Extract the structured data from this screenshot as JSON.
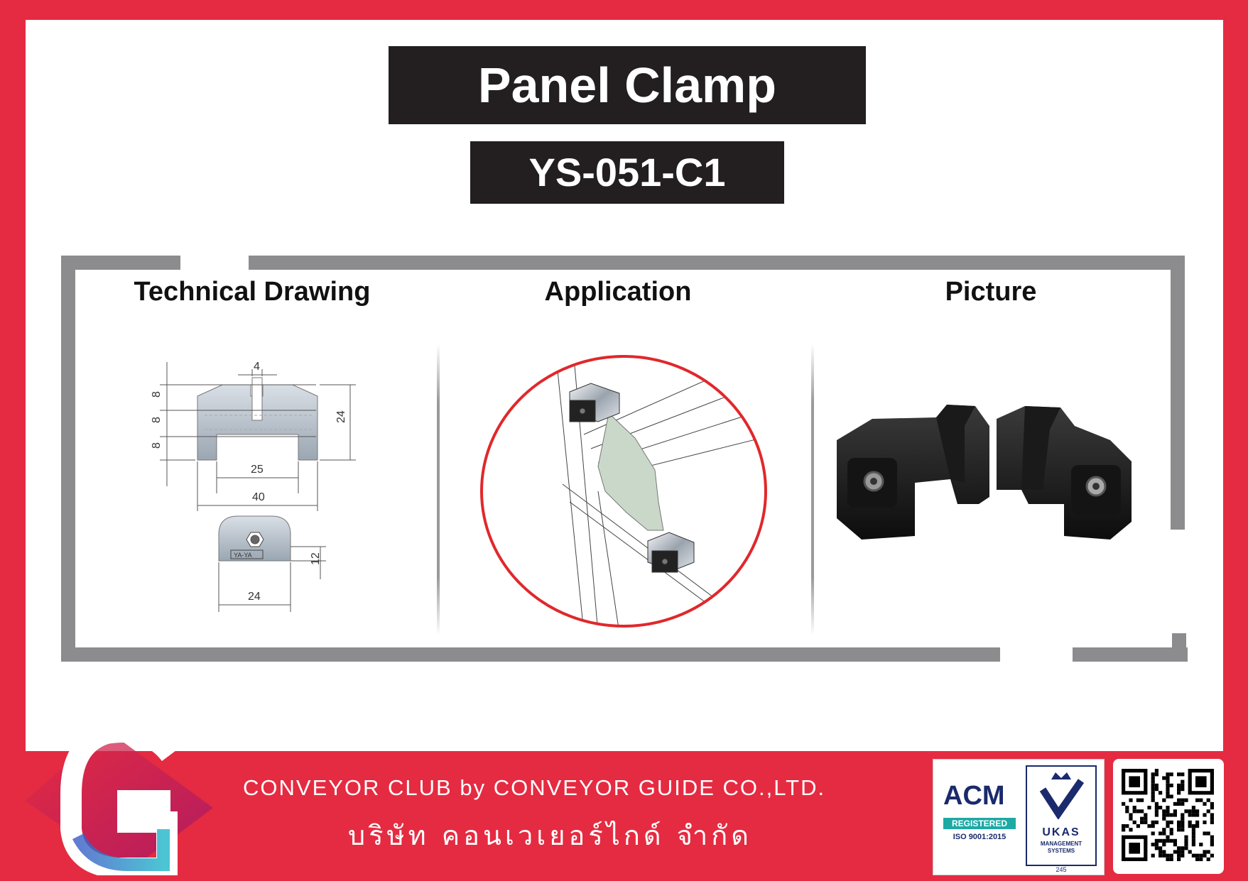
{
  "header": {
    "product_name": "Panel Clamp",
    "model_code": "YS-051-C1"
  },
  "columns": [
    {
      "heading": "Technical Drawing"
    },
    {
      "heading": "Application"
    },
    {
      "heading": "Picture"
    }
  ],
  "drawing": {
    "dimensions": {
      "slot_width": "4",
      "height": "24",
      "tier_top": "8",
      "tier_mid": "8",
      "tier_bottom": "8",
      "inner_width": "25",
      "outer_width": "40",
      "end_height": "12",
      "end_width": "24"
    },
    "end_view_mark": "YA-YA"
  },
  "footer": {
    "company_en": "CONVEYOR CLUB by CONVEYOR GUIDE CO.,LTD.",
    "company_th": "บริษัท คอนเวเยอร์ไกด์ จำกัด",
    "cert": {
      "acm": "ACM",
      "registered": "REGISTERED",
      "iso": "ISO 9001:2015",
      "ukas": "UKAS",
      "ukas_sub1": "MANAGEMENT",
      "ukas_sub2": "SYSTEMS",
      "ukas_number": "245"
    }
  },
  "colors": {
    "brand_red": "#e52b41",
    "title_bg": "#231f20",
    "frame_gray": "#8c8c8e",
    "teal": "#1ea9a5",
    "navy": "#1a2a6c"
  }
}
